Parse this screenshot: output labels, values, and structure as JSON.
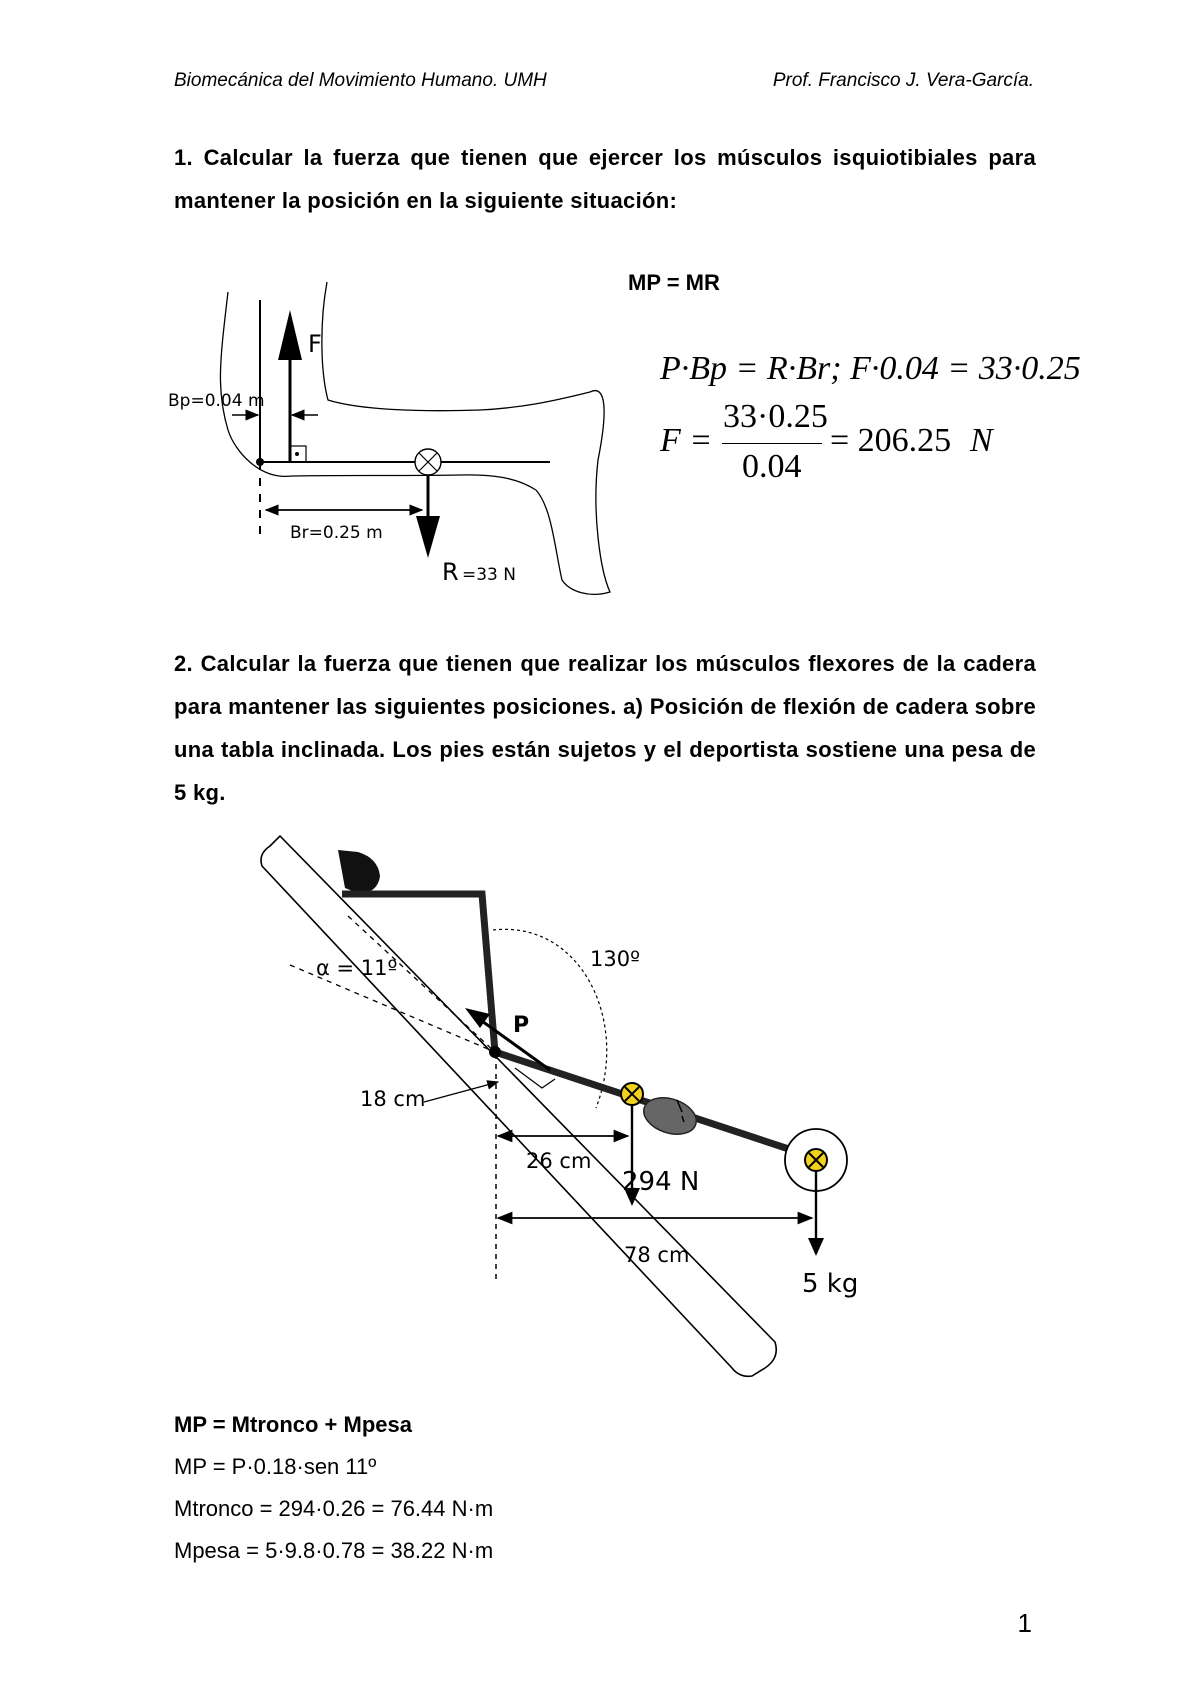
{
  "header": {
    "left": "Biomecánica del Movimiento Humano. UMH",
    "right": "Prof. Francisco J. Vera-García."
  },
  "problem1": {
    "statement": "1. Calcular la fuerza que tienen que ejercer los músculos isquiotibiales para mantener la posición en la siguiente situación:",
    "equation_title": "MP = MR",
    "eq1": "P·Bp = R·Br; F·0.04 = 33·0.25",
    "eq2_lhs": "F =",
    "eq2_num": "33·0.25",
    "eq2_den": "0.04",
    "eq2_rhs": "= 206.25",
    "eq2_unit": "N",
    "figure": {
      "force_label": "F",
      "bp_label": "Bp=0.04 m",
      "br_label": "Br=0.25 m",
      "r_label_big": "R",
      "r_label_small": "=33 N"
    }
  },
  "problem2": {
    "statement": "2. Calcular la fuerza que tienen que realizar los músculos flexores de la cadera para mantener las siguientes posiciones. a) Posición de flexión de cadera sobre una tabla inclinada. Los pies están sujetos y el deportista sostiene una pesa de 5 kg.",
    "figure": {
      "alpha_label": "α = 11º",
      "angle_label": "130º",
      "p_label": "P",
      "d18_label": "18 cm",
      "d26_label": "26 cm",
      "d78_label": "78 cm",
      "w294_label": "294 N",
      "w5_label": "5 kg"
    },
    "solution": {
      "line1": "MP = Mtronco + Mpesa",
      "line2": "MP = P·0.18·sen 11º",
      "line3": "Mtronco = 294·0.26 = 76.44 N·m",
      "line4": "Mpesa = 5·9.8·0.78 = 38.22 N·m"
    }
  },
  "page_number": "1"
}
